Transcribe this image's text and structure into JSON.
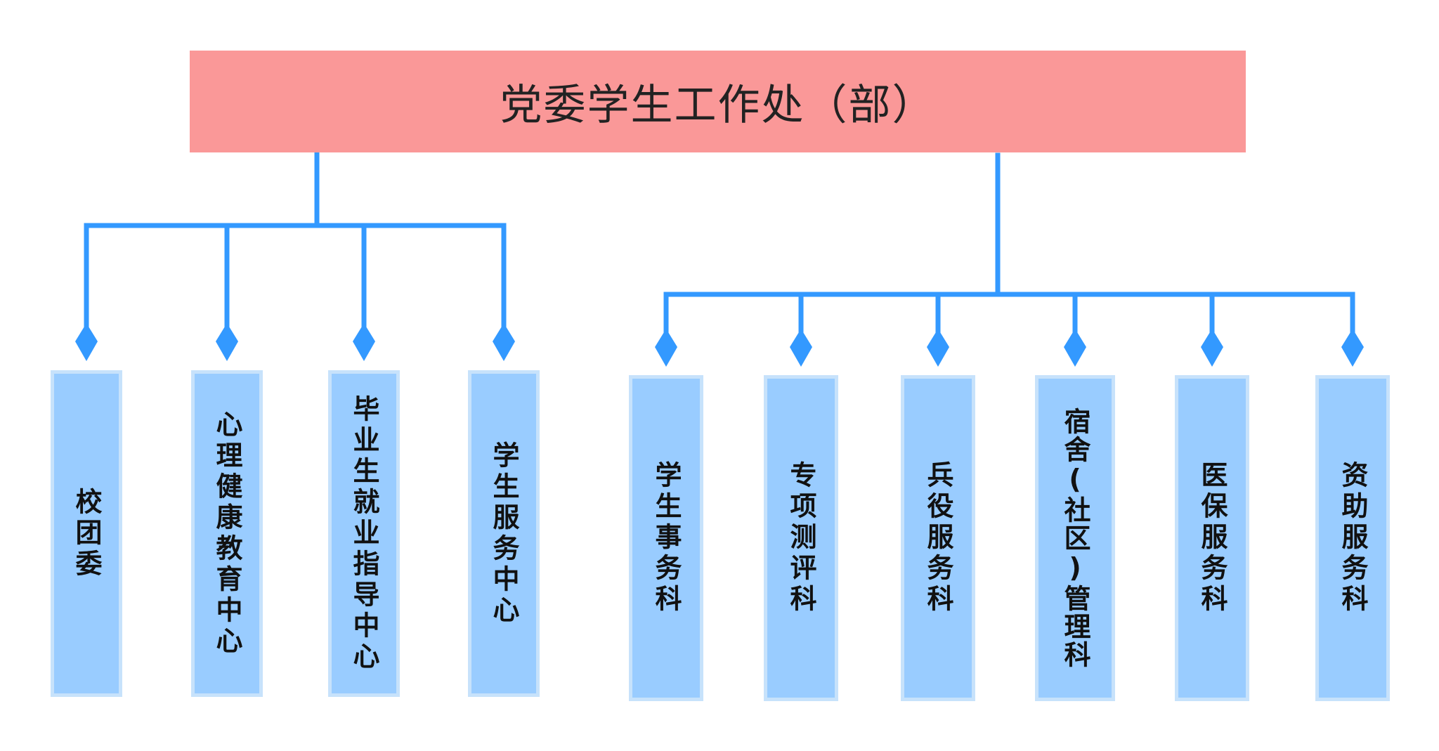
{
  "root": {
    "title": "党委学生工作处（部）"
  },
  "groups": [
    {
      "units": [
        "校团委",
        "心理健康教育中心",
        "毕业生就业指导中心",
        "学生服务中心"
      ]
    },
    {
      "units": [
        "学生事务科",
        "专项测评科",
        "兵役服务科",
        "宿舍(社区)管理科",
        "医保服务科",
        "资助服务科"
      ]
    }
  ],
  "colors": {
    "root_fill": "#fa9898",
    "unit_fill": "#99ccff",
    "unit_border": "#c7e2fb",
    "connector": "#3399ff"
  }
}
